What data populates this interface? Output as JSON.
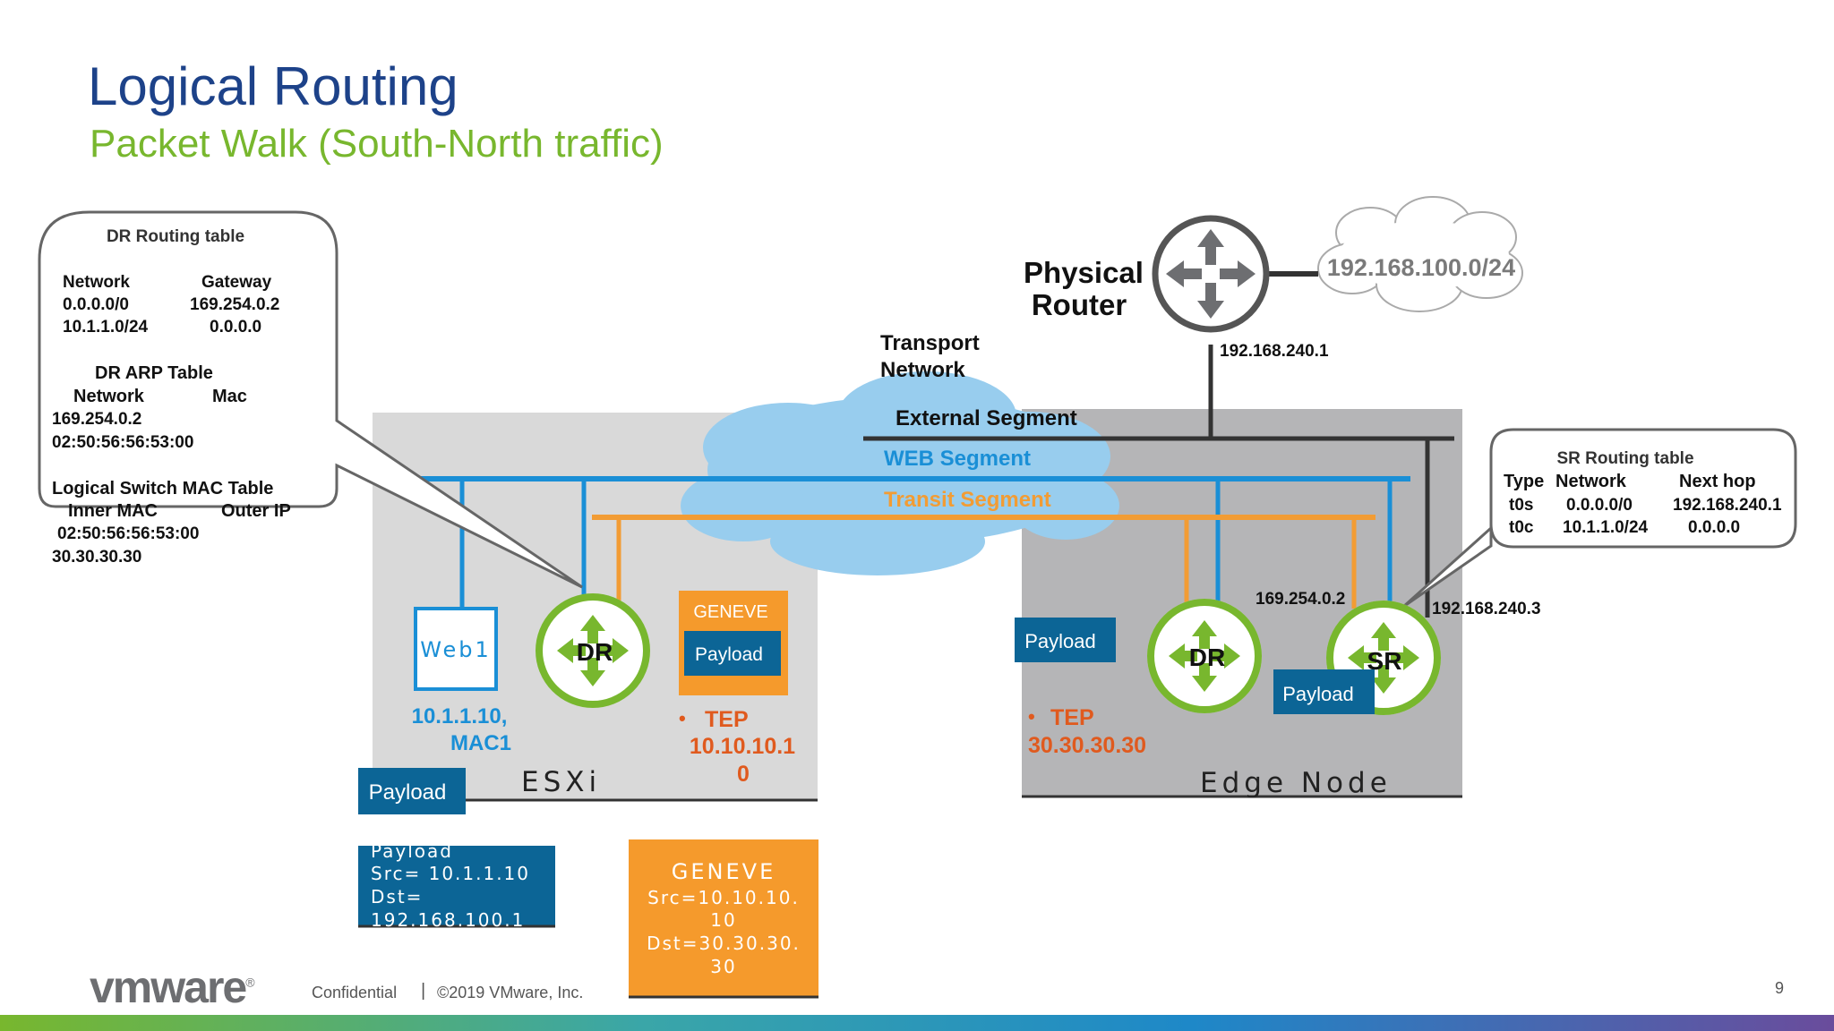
{
  "header": {
    "title": "Logical Routing",
    "subtitle": "Packet Walk (South-North traffic)"
  },
  "dr_callout": {
    "routing_title": "DR Routing table",
    "routing_header": [
      "Network",
      "Gateway"
    ],
    "routing_rows": [
      [
        "0.0.0.0/0",
        "169.254.0.2"
      ],
      [
        "10.1.1.0/24",
        "0.0.0.0"
      ]
    ],
    "arp_title": "DR ARP Table",
    "arp_header": [
      "Network",
      "Mac"
    ],
    "arp_network": "169.254.0.2",
    "arp_mac": "02:50:56:56:53:00",
    "mac_title": "Logical Switch MAC Table",
    "mac_header": [
      "Inner MAC",
      "Outer IP"
    ],
    "mac_inner": "02:50:56:56:53:00",
    "mac_outer": "30.30.30.30"
  },
  "sr_callout": {
    "title": "SR Routing table",
    "header": [
      "Type",
      "Network",
      "Next hop"
    ],
    "rows": [
      [
        "t0s",
        "0.0.0.0/0",
        "192.168.240.1"
      ],
      [
        "t0c",
        "10.1.1.0/24",
        "0.0.0.0"
      ]
    ]
  },
  "physical_router": {
    "label_line1": "Physical",
    "label_line2": "Router",
    "cloud_subnet": "192.168.100.0/24",
    "uplink_ip": "192.168.240.1"
  },
  "transport": {
    "line1": "Transport",
    "line2": "Network"
  },
  "segments": {
    "external": "External Segment",
    "web": "WEB Segment",
    "transit": "Transit Segment"
  },
  "esxi": {
    "host_label": "ESXi",
    "vm_label": "Web1",
    "vm_ip": "10.1.1.10,",
    "vm_mac": "MAC1",
    "dr_label": "DR",
    "geneve_label": "GENEVE",
    "payload_label": "Payload",
    "tep_bullet": "•",
    "tep_label": "TEP",
    "tep_ip_line1": "10.10.10.1",
    "tep_ip_line2": "0",
    "vm_payload": "Payload"
  },
  "edge": {
    "host_label": "Edge Node",
    "payload_label": "Payload",
    "dr_label": "DR",
    "sr_label": "SR",
    "sr_payload": "Payload",
    "tep_bullet": "•",
    "tep_label": "TEP",
    "tep_ip": "30.30.30.30",
    "transit_ip": "169.254.0.2",
    "external_ip": "192.168.240.3"
  },
  "payload_box": {
    "line1": "Payload",
    "line2": "Src= 10.1.1.10",
    "line3": "Dst=",
    "line4": "192.168.100.1"
  },
  "geneve_box": {
    "line1": "GENEVE",
    "line2": "Src=10.10.10.",
    "line3": "10",
    "line4": "Dst=30.30.30.",
    "line5": "30"
  },
  "footer": {
    "brand": "vmware",
    "brand_mark": "®",
    "confidential": "Confidential",
    "separator": "|",
    "copyright": "©2019 VMware, Inc.",
    "page": "9"
  },
  "colors": {
    "title": "#1d4289",
    "subtitle": "#78b72e",
    "web_segment": "#1a8fd6",
    "transit_segment": "#f29c34",
    "router_green": "#78b72e",
    "payload_blue": "#0c6596",
    "geneve_orange": "#f59a2c",
    "tep_orange": "#e05a1e"
  }
}
